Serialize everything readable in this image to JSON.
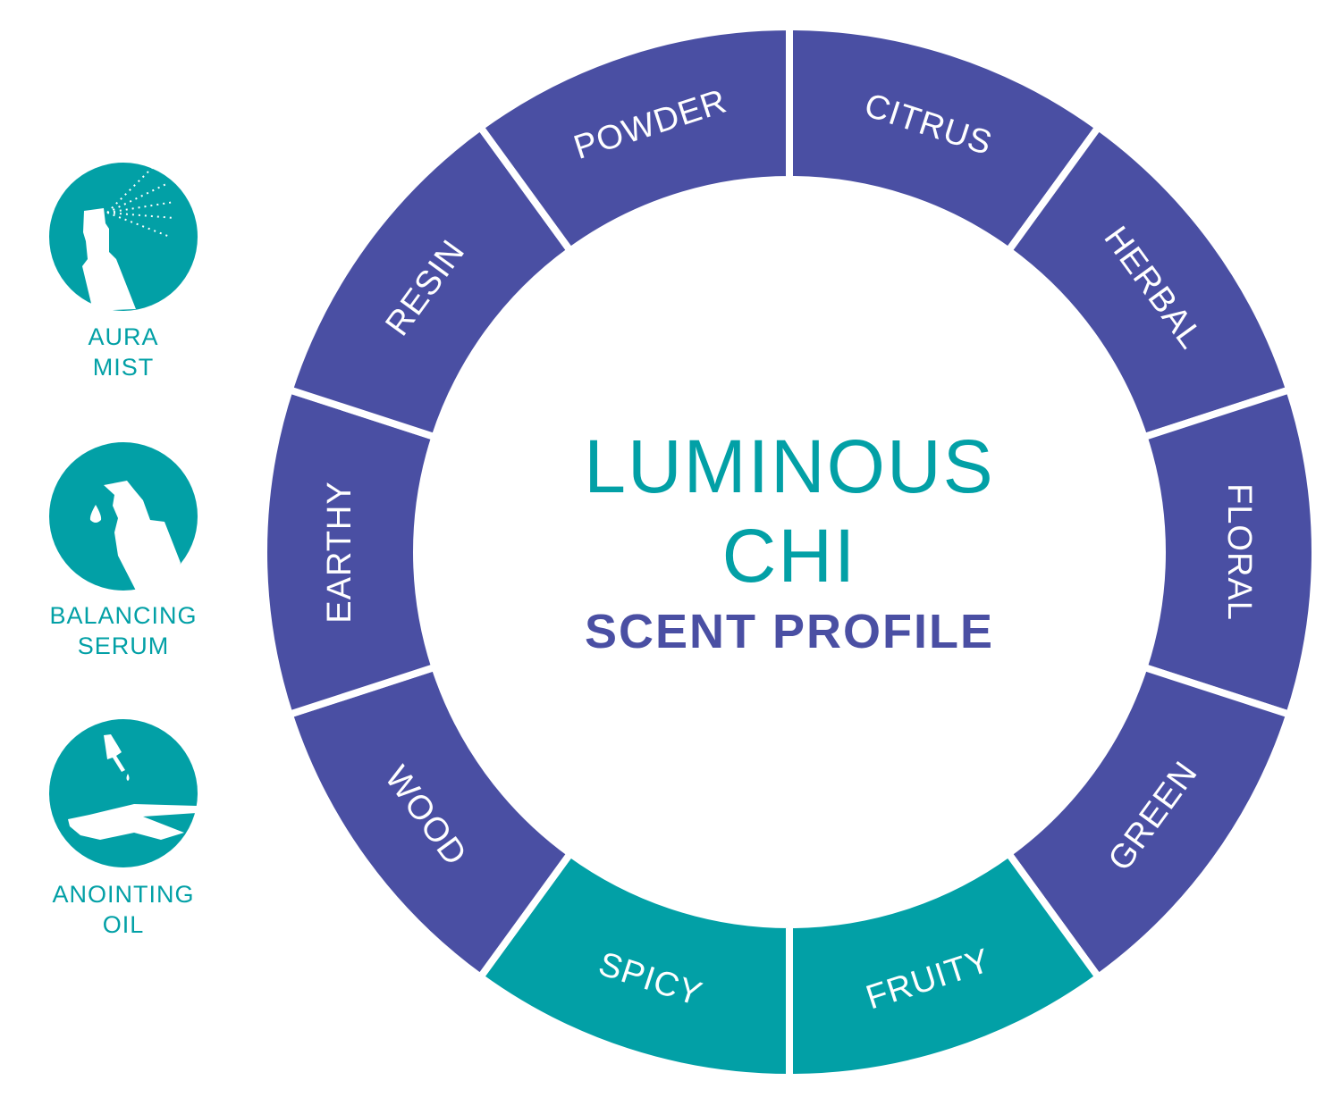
{
  "colors": {
    "purple": "#4a4fa3",
    "teal": "#02a0a6",
    "white": "#ffffff"
  },
  "center": {
    "title_line1": "LUMINOUS",
    "title_line2": "CHI",
    "subtitle": "SCENT PROFILE"
  },
  "segments": [
    {
      "label": "CITRUS",
      "highlight": false
    },
    {
      "label": "HERBAL",
      "highlight": false
    },
    {
      "label": "FLORAL",
      "highlight": false
    },
    {
      "label": "GREEN",
      "highlight": false
    },
    {
      "label": "FRUITY",
      "highlight": true
    },
    {
      "label": "SPICY",
      "highlight": true
    },
    {
      "label": "WOOD",
      "highlight": false
    },
    {
      "label": "EARTHY",
      "highlight": false
    },
    {
      "label": "RESIN",
      "highlight": false
    },
    {
      "label": "POWDER",
      "highlight": false
    }
  ],
  "products": [
    {
      "line1": "AURA",
      "line2": "MIST",
      "icon": "spray-bottle-icon"
    },
    {
      "line1": "BALANCING",
      "line2": "SERUM",
      "icon": "serum-pump-icon"
    },
    {
      "line1": "ANOINTING",
      "line2": "OIL",
      "icon": "dropper-hand-icon"
    }
  ]
}
